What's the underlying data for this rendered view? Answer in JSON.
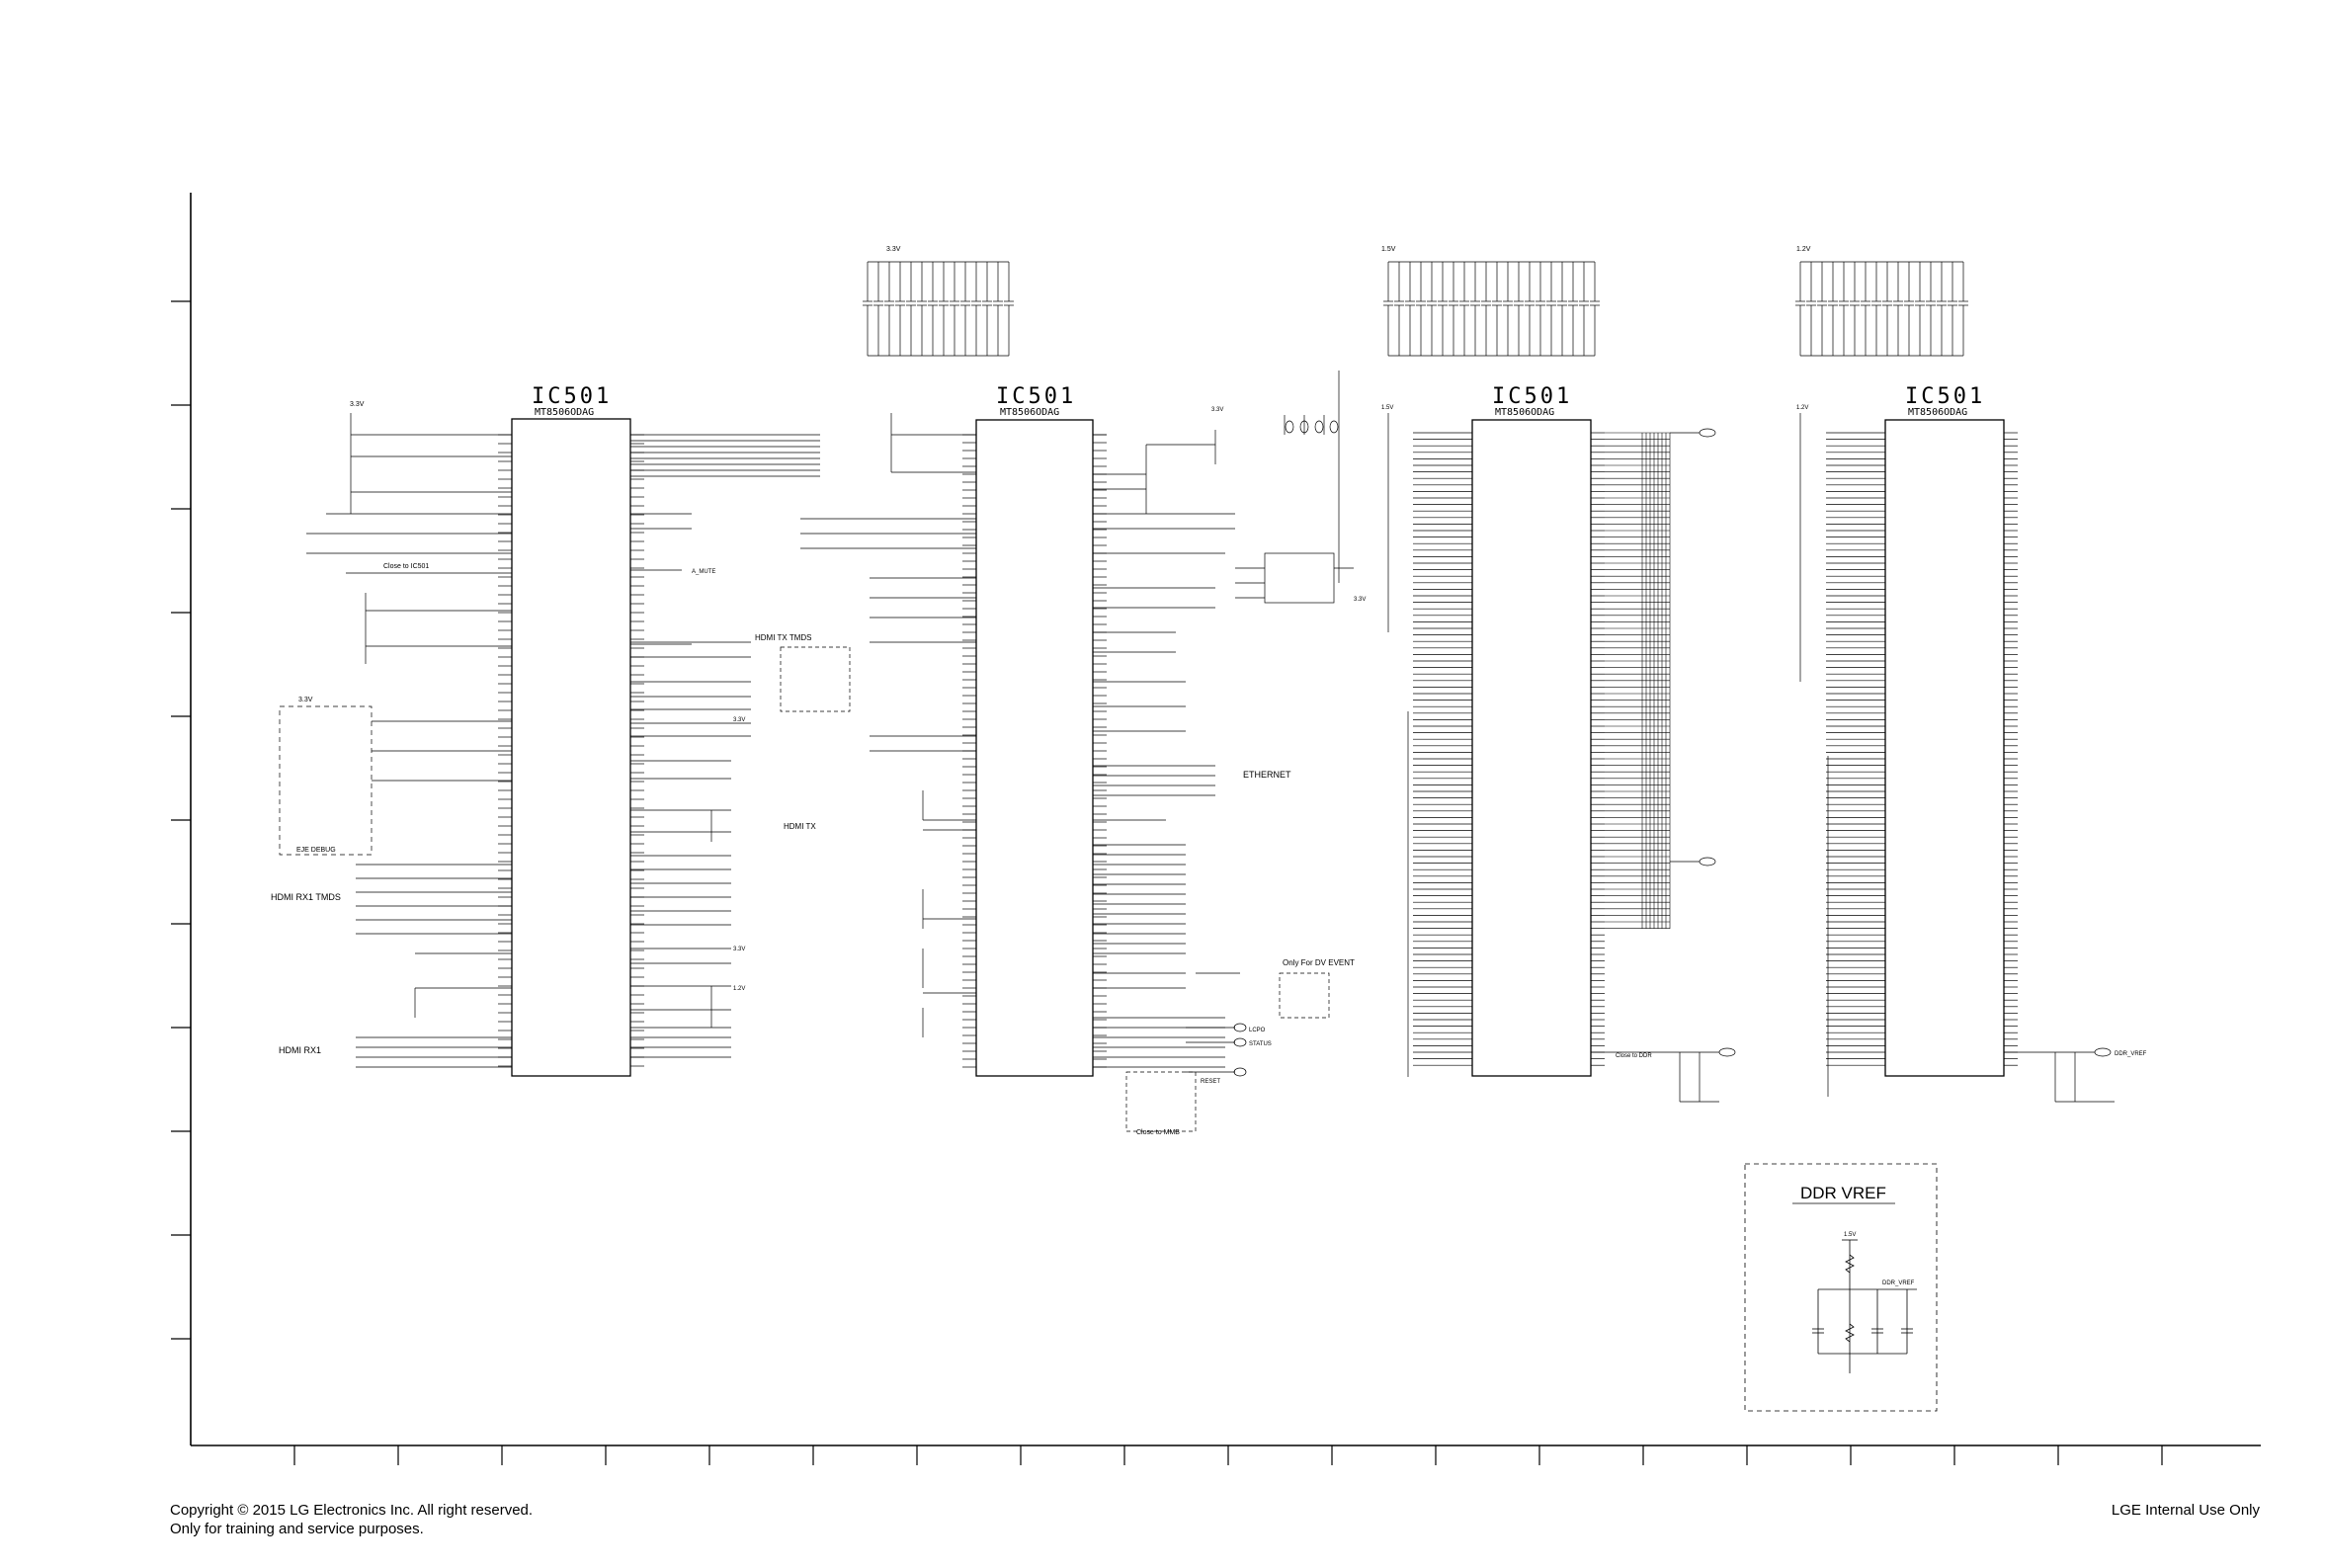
{
  "footer": {
    "copyright_line1": "Copyright © 2015 LG Electronics Inc. All right reserved.",
    "copyright_line2": "Only for training and service purposes.",
    "internal_use": "LGE Internal Use Only"
  },
  "ic_blocks": [
    {
      "ref": "IC501",
      "part": "MT8506ODAG"
    },
    {
      "ref": "IC501",
      "part": "MT8506ODAG"
    },
    {
      "ref": "IC501",
      "part": "MT8506ODAG"
    },
    {
      "ref": "IC501",
      "part": "MT8506ODAG"
    }
  ],
  "annotations": {
    "hdmi_tx_tmds": "HDMI TX TMDS",
    "hdmi_tx": "HDMI TX",
    "hdmi_rx1_tmds": "HDMI RX1 TMDS",
    "hdmi_rx1": "HDMI RX1",
    "ethernet": "ETHERNET",
    "ddr_vref": "DDR VREF",
    "only_for_dv_event": "Only For DV EVENT",
    "eje_debug": "EJE DEBUG",
    "close_to_ic501": "Close to IC501",
    "close_to_mmb": "Close to MMB",
    "close_to_ddr": "Close to DDR"
  },
  "rails": {
    "v33": "3.3V",
    "v15": "1.5V",
    "v12": "1.2V"
  },
  "signals": {
    "a_mute": "A_MUTE",
    "ddr_vref": "DDR_VREF",
    "reset": "RESET",
    "lcpo": "LCPO",
    "status": "STATUS"
  }
}
